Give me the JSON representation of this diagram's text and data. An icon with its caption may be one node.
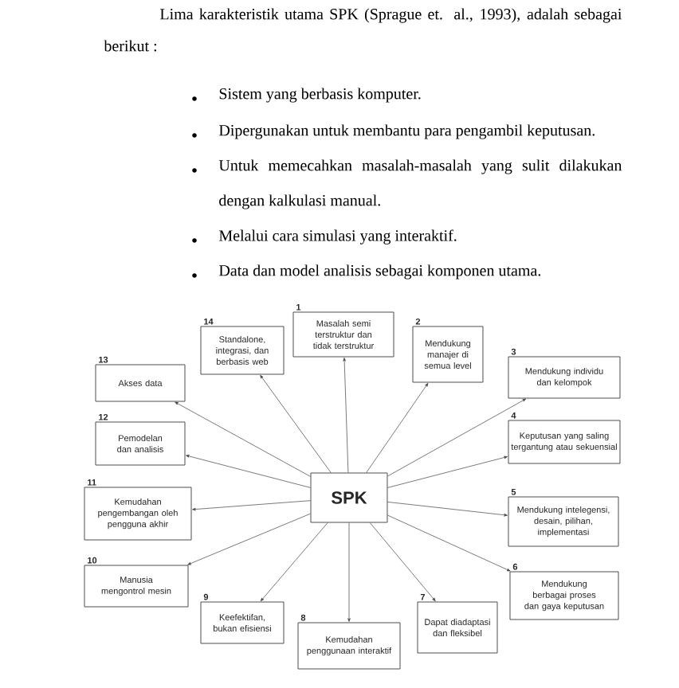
{
  "diagram": {
    "nodes": [
      {
        "text": [
          "SPK"
        ]
      },
      {
        "text": [
          "Masalah semi terstruktur dan tidak terstruktur"
        ],
        "beside": [
          "1"
        ]
      },
      {
        "text": [
          "Mendukung manajer di semua level"
        ],
        "beside": [
          "2"
        ]
      },
      {
        "text": [
          "Mendukung individu dan kelompok"
        ],
        "beside": [
          "3"
        ]
      },
      {
        "text": [
          "Keputusan yang saling tergantung atau sekuensial"
        ],
        "beside": [
          "4"
        ]
      },
      {
        "text": [
          "Mendukung intelegensi, desain, pilihan, implementasi"
        ],
        "beside": [
          "5"
        ]
      },
      {
        "text": [
          "Mendukung berbagai proses dan gaya keputusan"
        ],
        "beside": [
          "6"
        ]
      },
      {
        "text": [
          "Dapat diadaptasi dan fleksibel"
        ],
        "beside": [
          "7"
        ]
      },
      {
        "text": [
          "Kemudahan penggunaan interaktif"
        ],
        "beside": [
          "8"
        ]
      },
      {
        "text": [
          "Keefektifan, bukan efisiensi"
        ],
        "beside": [
          "9"
        ]
      },
      {
        "text": [
          "Manusia mengontrol mesin"
        ],
        "beside": [
          "10"
        ]
      },
      {
        "text": [
          "Kemudahan pengembangan oleh pengguna akhir"
        ],
        "beside": [
          "11"
        ]
      },
      {
        "text": [
          "Pemodelan dan analisis"
        ],
        "beside": [
          "12"
        ]
      },
      {
        "text": [
          "Akses data"
        ],
        "beside": [
          "13"
        ]
      },
      {
        "text": [
          "Standalone, integrasi, dan berbasis web"
        ],
        "beside": [
          "14"
        ]
      }
    ],
    "edges": [
      {
        "from": 0,
        "to": 1,
        "arrow": "to"
      },
      {
        "from": 0,
        "to": 2,
        "arrow": "to"
      },
      {
        "from": 0,
        "to": 3,
        "arrow": "to"
      },
      {
        "from": 0,
        "to": 4,
        "arrow": "to"
      },
      {
        "from": 0,
        "to": 5,
        "arrow": "to"
      },
      {
        "from": 0,
        "to": 6,
        "arrow": "to"
      },
      {
        "from": 0,
        "to": 7,
        "arrow": "to"
      },
      {
        "from": 0,
        "to": 8,
        "arrow": "to"
      },
      {
        "from": 0,
        "to": 9,
        "arrow": "to"
      },
      {
        "from": 0,
        "to": 10,
        "arrow": "to"
      },
      {
        "from": 0,
        "to": 11,
        "arrow": "to"
      },
      {
        "from": 0,
        "to": 12,
        "arrow": "to"
      },
      {
        "from": 0,
        "to": 13,
        "arrow": "to"
      },
      {
        "from": 0,
        "to": 14,
        "arrow": "to"
      }
    ],
    "labels": [
      "Lima karakteristik utama SPK (Sprague et. al., 1993), adalah sebagai berikut :",
      "Sistem yang berbasis komputer.",
      "Dipergunakan untuk membantu para pengambil keputusan.",
      "Untuk memecahkan masalah-masalah yang sulit dilakukan dengan kalkulasi manual.",
      "Melalui cara simulasi yang interaktif.",
      "Data dan model analisis sebagai komponen utama."
    ]
  }
}
